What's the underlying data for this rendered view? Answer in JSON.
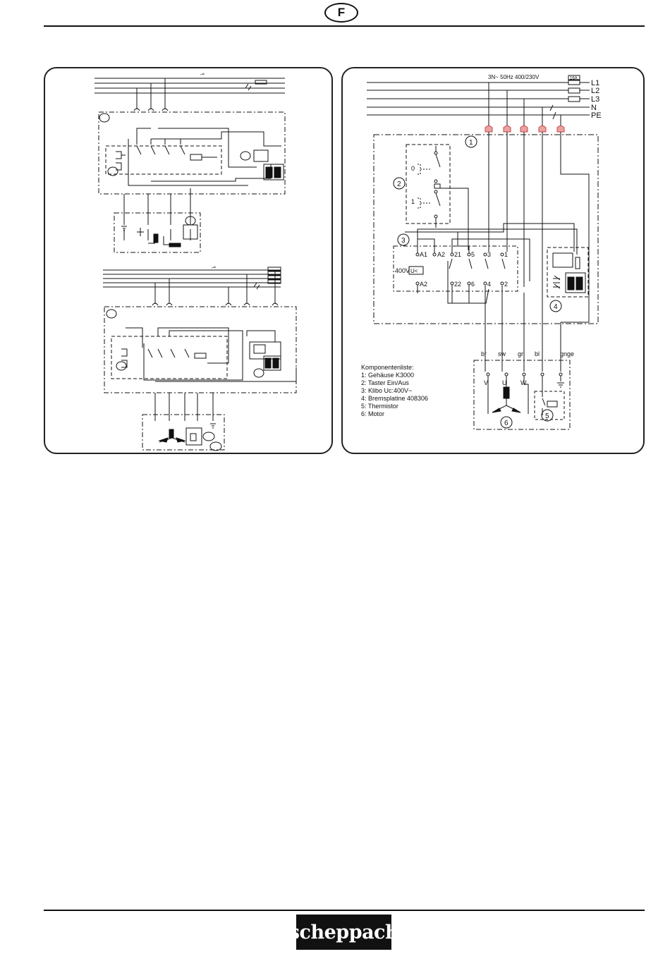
{
  "header": {
    "section_letter": "F"
  },
  "right_diagram": {
    "supply_label": "3N~ 50Hz 400/230V",
    "fuse_label": "16A",
    "lines": [
      "L1",
      "L2",
      "L3",
      "N",
      "PE"
    ],
    "switch_positions": [
      "0",
      "1"
    ],
    "relay_terminals_top": [
      "A1",
      "A2",
      "21",
      "5",
      "3",
      "1"
    ],
    "relay_terminals_bottom": [
      "A2",
      "22",
      "6",
      "4",
      "2"
    ],
    "relay_coil_label": "400V",
    "relay_coil_symbol": "U<",
    "motor_terminals": [
      "V",
      "U",
      "W"
    ],
    "wire_colors": [
      "br",
      "sw",
      "gr",
      "bl",
      "gnge"
    ],
    "component_numbers": [
      "1",
      "2",
      "3",
      "4",
      "5",
      "6"
    ],
    "component_list_title": "Komponentenliste:",
    "component_list": [
      "1: Gehäuse K3000",
      "2: Taster Ein/Aus",
      "3: Klibo Uc:400V~",
      "4: Bremsplatine 408306",
      "5: Thermistor",
      "6: Motor"
    ]
  },
  "footer": {
    "brand": "scheppach"
  }
}
